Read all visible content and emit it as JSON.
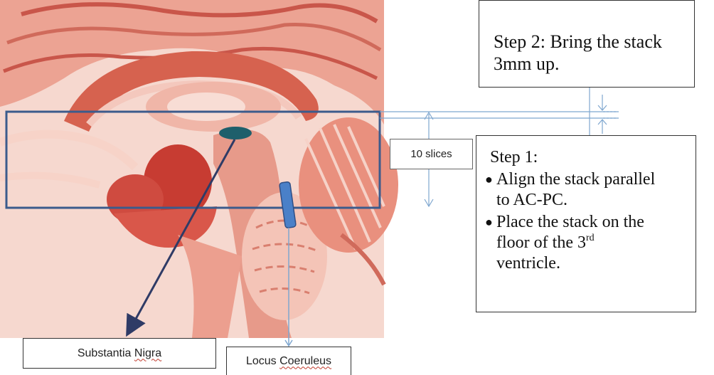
{
  "labels": {
    "step2": {
      "line1": "Step 2: Bring the stack",
      "line2": "3mm up."
    },
    "step1": {
      "title": "Step 1:",
      "bullets": [
        {
          "line1": "Align the stack parallel",
          "line2": "to AC-PC."
        },
        {
          "line1": "Place the stack on the",
          "line2": "floor of the 3",
          "sup": "rd",
          "line3": "ventricle."
        }
      ]
    },
    "slices": "10 slices",
    "substantia_nigra": {
      "pre": "Substantia ",
      "word": "Nigra"
    },
    "locus_coeruleus": {
      "pre": "Locus ",
      "word": "Coeruleus"
    }
  },
  "colors": {
    "brain_light": "#f6d8cf",
    "brain_mid": "#eca393",
    "brain_dark": "#c73c32",
    "stack_frame": "#3b5b8c",
    "arrow": "#2f3b66",
    "measure_line": "#7ea6cf",
    "sn_marker": "#1f5f6b",
    "lc_marker": "#4a80c8"
  }
}
